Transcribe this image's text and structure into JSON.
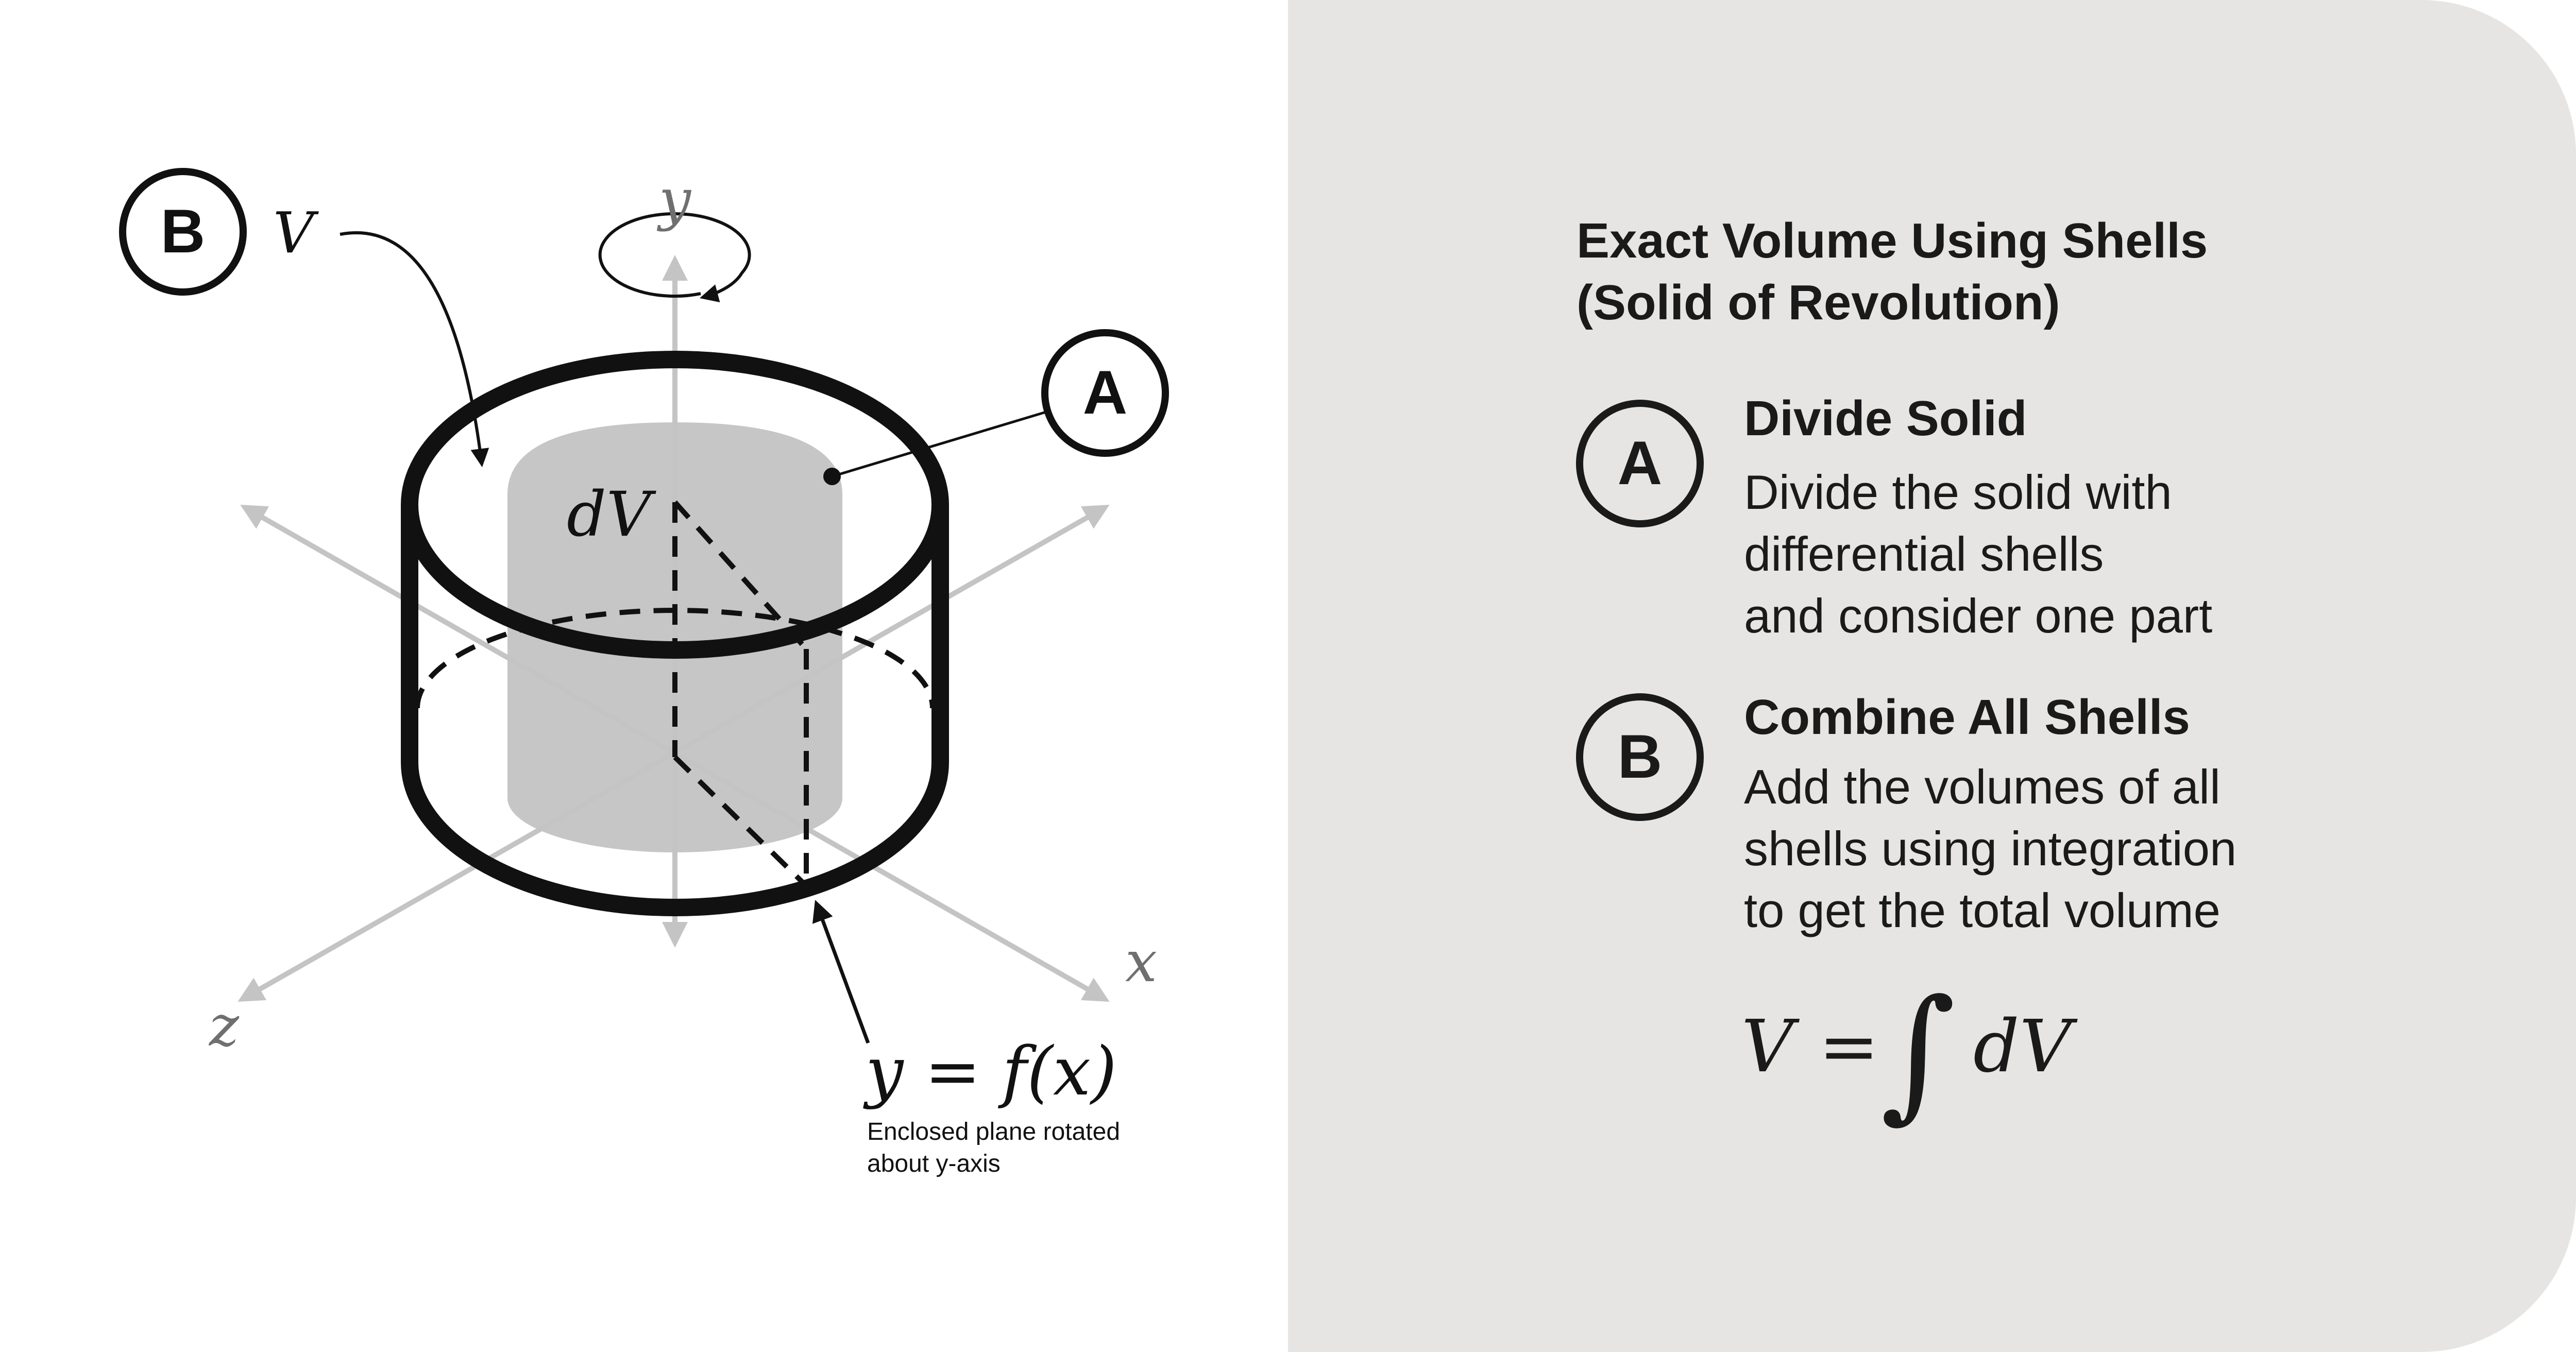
{
  "diagram": {
    "axis_labels": {
      "y": "y",
      "x": "x",
      "z": "z"
    },
    "volume_element_label": "dV",
    "solid_label": "V",
    "curve_label": "y = f(x)",
    "curve_caption_line1": "Enclosed plane rotated",
    "curve_caption_line2": "about y-axis",
    "marker_a": "A",
    "marker_b": "B"
  },
  "panel": {
    "title_line1": "Exact Volume Using Shells",
    "title_line2": "(Solid of Revolution)",
    "steps": [
      {
        "marker": "A",
        "heading": "Divide Solid",
        "lines": [
          "Divide the solid with",
          "differential shells",
          "and consider one part"
        ]
      },
      {
        "marker": "B",
        "heading": "Combine All Shells",
        "lines": [
          "Add the volumes of all",
          "shells using integration",
          "to get the total volume"
        ]
      }
    ],
    "formula": {
      "lhs": "V",
      "equals": "=",
      "integral": "∫",
      "rhs": "dV"
    }
  },
  "colors": {
    "panel_background": "#e6e5e3",
    "axis_gray": "#c4c4c4",
    "inner_cylinder_gray": "#c6c6c6",
    "ink": "#111111",
    "label_gray": "#6f6f6f"
  }
}
